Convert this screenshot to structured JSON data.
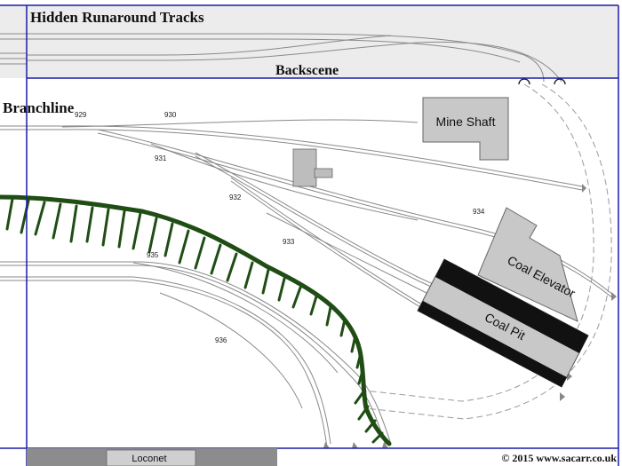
{
  "labels": {
    "hidden_tracks": "Hidden Runaround Tracks",
    "backscene": "Backscene",
    "branchline": "Branchline",
    "mine_shaft": "Mine Shaft",
    "coal_elevator": "Coal Elevator",
    "coal_pit": "Coal Pit",
    "loconet": "Loconet",
    "copyright": "© 2015 www.sacarr.co.uk"
  },
  "point_numbers": {
    "p929": "929",
    "p930": "930",
    "p931": "931",
    "p932": "932",
    "p933": "933",
    "p934": "934",
    "p935": "935",
    "p936": "936"
  },
  "colors": {
    "frame_border": "#1c1ca8",
    "hidden_area": "#ececec",
    "track": "#8a8a8a",
    "building_fill": "#c8c8c8",
    "coal_pit_fill": "#111111",
    "embankment": "#1f4d14",
    "loconet_bar": "#8c8c8c",
    "loconet_box": "#cfcfcf"
  }
}
